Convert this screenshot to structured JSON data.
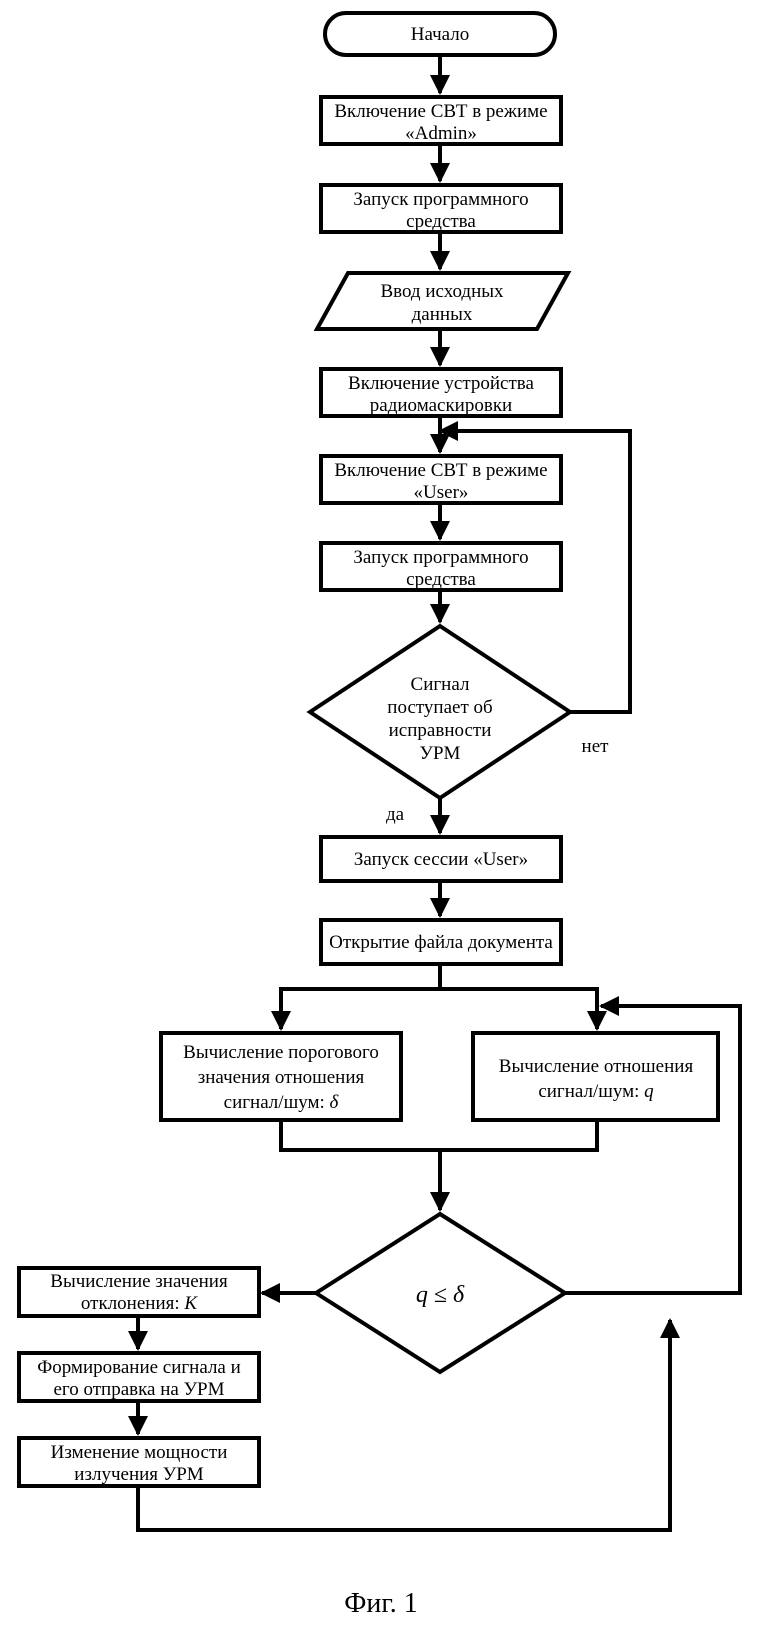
{
  "start": "Начало",
  "steps": {
    "admin_mode": [
      "Включение СВТ в режиме",
      "«Admin»"
    ],
    "launch_software_1": [
      "Запуск программного",
      "средства"
    ],
    "input_data": [
      "Ввод исходных",
      "данных"
    ],
    "enable_masking": [
      "Включение устройства",
      "радиомаскировки"
    ],
    "user_mode": [
      "Включение СВТ в режиме",
      "«User»"
    ],
    "launch_software_2": [
      "Запуск программного",
      "средства"
    ],
    "start_session": "Запуск сессии «User»",
    "open_file": "Открытие файла документа",
    "threshold": [
      "Вычисление порогового",
      "значения отношения",
      "сигнал/шум: "
    ],
    "threshold_symbol": "δ",
    "ratio": [
      "Вычисление отношения",
      "сигнал/шум: "
    ],
    "ratio_symbol": "q",
    "deviation": [
      "Вычисление значения",
      "отклонения: "
    ],
    "deviation_symbol": "K",
    "form_signal": [
      "Формирование сигнала и",
      "его отправка на УРМ"
    ],
    "change_power": [
      "Изменение мощности",
      "излучения УРМ"
    ]
  },
  "decision_urm": [
    "Сигнал",
    "поступает об",
    "исправности",
    "УРМ"
  ],
  "decision_compare": "q ≤ δ",
  "yes_label": "да",
  "no_label": "нет",
  "caption": "Фиг. 1"
}
